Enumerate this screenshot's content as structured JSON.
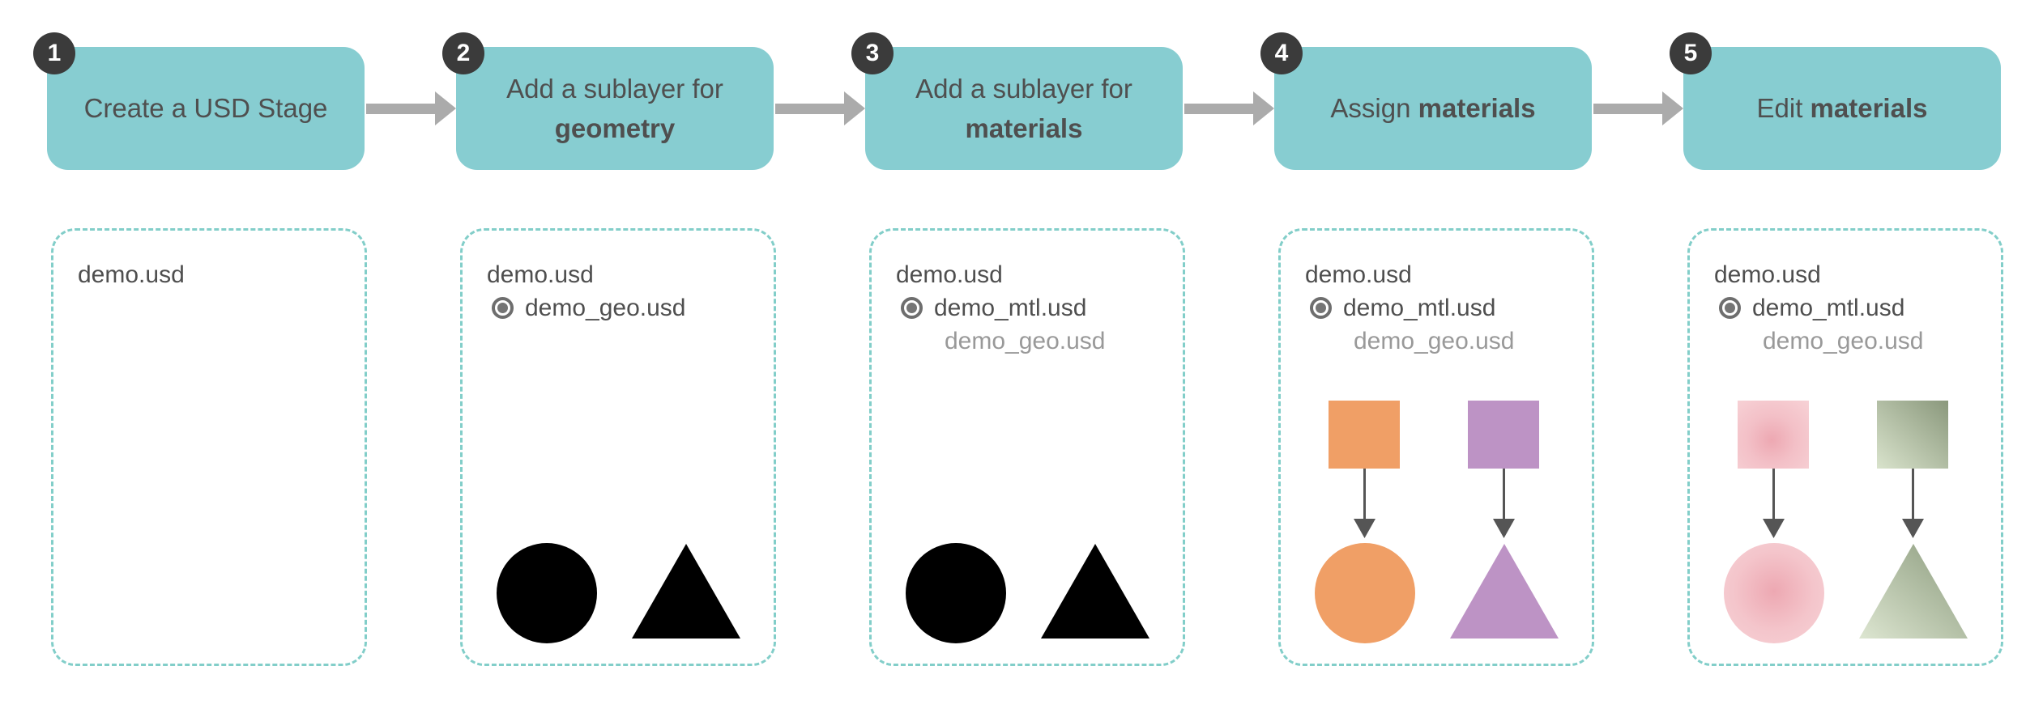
{
  "colors": {
    "box-teal": "#87CDD1",
    "dash-teal": "#82CEC9",
    "badge-dark": "#3B3B3B",
    "text-dark": "#4F4F4F",
    "text-gray": "#999999",
    "flow-arrow-gray": "#ABABAB",
    "shape-black": "#000000",
    "mtl-orange": "#F09F66",
    "mtl-purple": "#BD93C5",
    "mtl-pink-center": "#EDA8B2",
    "mtl-pink-edge": "#F7D2D6",
    "mtl-green-light": "#D9E3CC",
    "mtl-green-dark": "#8A987C",
    "assign-arrow-dark": "#555555"
  },
  "steps": [
    {
      "num": "1",
      "pre": "Create a USD Stage",
      "bold": ""
    },
    {
      "num": "2",
      "pre": "Add a sublayer for",
      "bold": "geometry"
    },
    {
      "num": "3",
      "pre": "Add a sublayer for",
      "bold": "materials"
    },
    {
      "num": "4",
      "pre": "Assign ",
      "bold": "materials"
    },
    {
      "num": "5",
      "pre": "Edit ",
      "bold": "materials"
    }
  ],
  "cards": [
    {
      "root": "demo.usd"
    },
    {
      "root": "demo.usd",
      "active_layer": "demo_geo.usd"
    },
    {
      "root": "demo.usd",
      "active_layer": "demo_mtl.usd",
      "inactive_layer": "demo_geo.usd"
    },
    {
      "root": "demo.usd",
      "active_layer": "demo_mtl.usd",
      "inactive_layer": "demo_geo.usd"
    },
    {
      "root": "demo.usd",
      "active_layer": "demo_mtl.usd",
      "inactive_layer": "demo_geo.usd"
    }
  ]
}
